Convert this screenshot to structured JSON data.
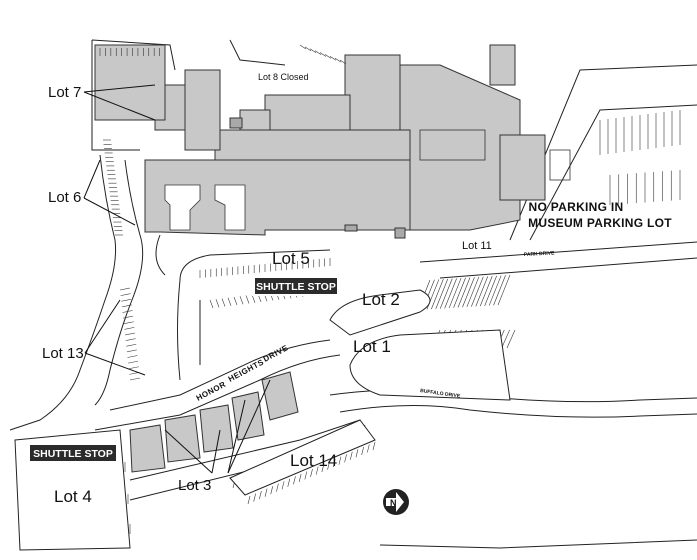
{
  "map": {
    "lots": {
      "lot7": "Lot 7",
      "lot6": "Lot 6",
      "lot8": "Lot 8 Closed",
      "lot5": "Lot 5",
      "lot11": "Lot 11",
      "lot2": "Lot 2",
      "lot1": "Lot 1",
      "lot13": "Lot 13",
      "lot3": "Lot 3",
      "lot14": "Lot 14",
      "lot4": "Lot 4"
    },
    "shuttle_stop_label": "SHUTTLE STOP",
    "no_parking_line1": "NO PARKING IN",
    "no_parking_line2": "MUSEUM PARKING LOT",
    "streets": {
      "honor": "HONOR",
      "heights": "HEIGHTS",
      "drive": "DRIVE",
      "park_drive": "PARK DRIVE",
      "buffalo_drive": "BUFFALO DRIVE"
    },
    "north_arrow_letter": "N",
    "colors": {
      "building": "#c8c8c8",
      "shuttle_bg": "#2b2b2b",
      "north_arrow": "#222222"
    }
  }
}
